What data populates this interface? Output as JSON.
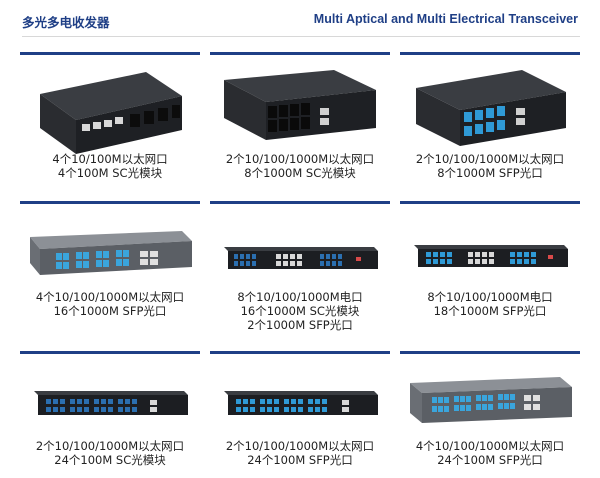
{
  "header": {
    "title_cn": "多光多电收发器",
    "title_en": "Multi Aptical and Multi Electrical Transceiver",
    "accent": "#1f3f86"
  },
  "products": [
    {
      "lines": [
        "4个10/100M以太网口",
        "4个100M SC光模块"
      ],
      "device": "desktop-4x4-sc"
    },
    {
      "lines": [
        "2个10/100/1000M以太网口",
        "8个1000M SC光模块"
      ],
      "device": "desktop-8sc-2rj"
    },
    {
      "lines": [
        "2个10/100/1000M以太网口",
        "8个1000M SFP光口"
      ],
      "device": "desktop-8sfp-blue"
    },
    {
      "lines": [
        "4个10/100/1000M以太网口",
        "16个1000M SFP光口"
      ],
      "device": "rack-16sfp-grey"
    },
    {
      "lines": [
        "8个10/100/1000M电口",
        "16个1000M  SC光模块",
        "2个1000M SFP光口"
      ],
      "device": "rack-16sc-8rj"
    },
    {
      "lines": [
        "8个10/100/1000M电口",
        "18个1000M SFP光口"
      ],
      "device": "rack-18sfp-8rj"
    },
    {
      "lines": [
        "2个10/100/1000M以太网口",
        "24个100M SC光模块"
      ],
      "device": "rack-24sc"
    },
    {
      "lines": [
        "2个10/100/1000M以太网口",
        "24个100M SFP光口"
      ],
      "device": "rack-24sfp"
    },
    {
      "lines": [
        "4个10/100/1000M以太网口",
        "24个100M SFP光口"
      ],
      "device": "rack-24sfp-grey"
    }
  ]
}
